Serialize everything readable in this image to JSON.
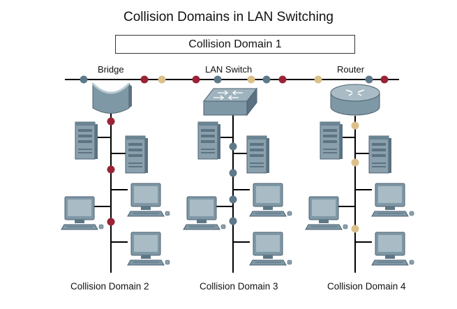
{
  "title": "Collision Domains in LAN Switching",
  "collision_domain_1": "Collision Domain 1",
  "devices": {
    "bridge": "Bridge",
    "lan_switch": "LAN Switch",
    "router": "Router"
  },
  "domains": {
    "domain2": "Collision Domain 2",
    "domain3": "Collision Domain 3",
    "domain4": "Collision Domain 4"
  },
  "colors": {
    "dot_red": "#9b2335",
    "dot_tan": "#dcc08a",
    "dot_slate": "#5e7a8a",
    "device_fill": "#7f98a6",
    "device_dark": "#4f6675",
    "line": "#000000"
  }
}
